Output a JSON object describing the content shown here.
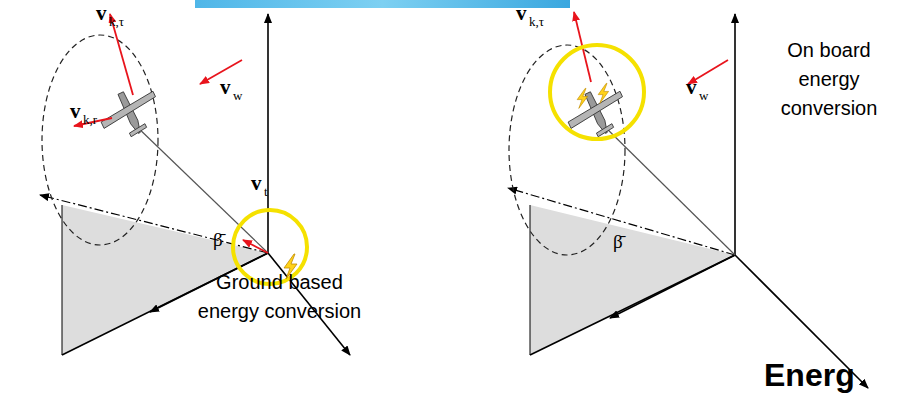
{
  "diagram": {
    "labels": [
      "v",
      "k,τ",
      "v",
      "k,r",
      "v",
      "w",
      "v",
      "t",
      "β̄",
      "Ground based energy conversion",
      "v",
      "k,τ",
      "v",
      "w",
      "β̄",
      "On board energy conversion",
      "Energ"
    ]
  }
}
